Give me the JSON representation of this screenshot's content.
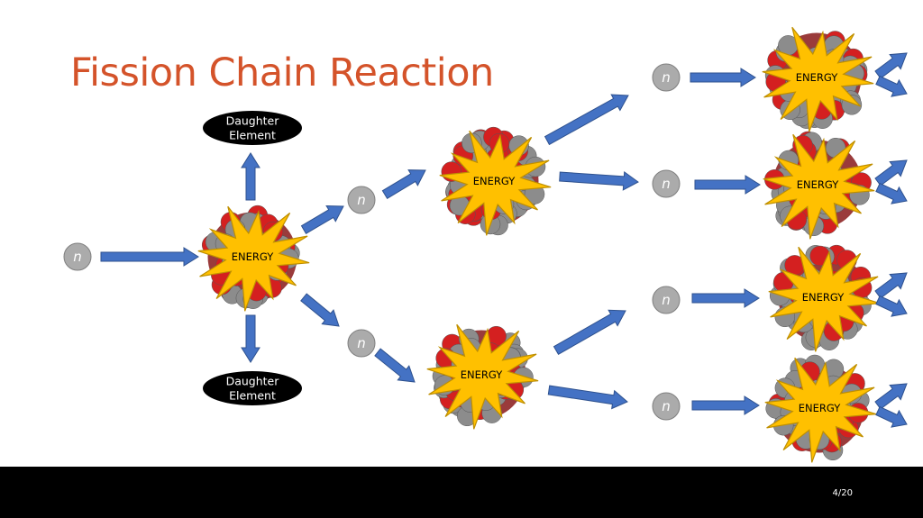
{
  "slide": {
    "title": "Fission Chain Reaction",
    "page_number": "4/20"
  },
  "diagram": {
    "neutron_label": "n",
    "energy_label": "ENERGY",
    "daughter_label_line1": "Daughter",
    "daughter_label_line2": "Element"
  },
  "colors": {
    "title": "#d4532a",
    "arrow": "#4472c4",
    "neutron_fill": "#ababab",
    "burst_fill": "#ffc000",
    "proton_red": "#d42020",
    "neutron_gray": "#8c8c8c",
    "daughter_fill": "#000000"
  }
}
